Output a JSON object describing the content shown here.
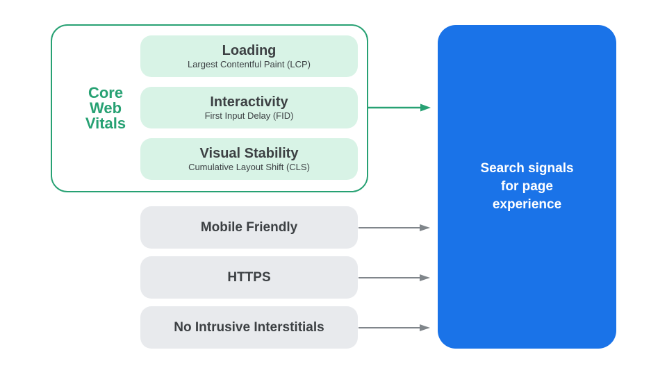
{
  "colors": {
    "green": "#27A173",
    "mint": "#D8F3E6",
    "blue": "#1A73E8",
    "gray-box": "#E8EAED",
    "dark-text": "#3C4043",
    "arrow-gray": "#80868B",
    "white-text": "#FFFFFF"
  },
  "core_web_vitals": {
    "label": "Core Web Vitals",
    "label_lines": [
      "Core",
      "Web",
      "Vitals"
    ],
    "items": [
      {
        "title": "Loading",
        "subtitle": "Largest Contentful Paint (LCP)"
      },
      {
        "title": "Interactivity",
        "subtitle": "First Input Delay (FID)"
      },
      {
        "title": "Visual Stability",
        "subtitle": "Cumulative Layout Shift (CLS)"
      }
    ]
  },
  "other_signals": [
    {
      "label": "Mobile Friendly"
    },
    {
      "label": "HTTPS"
    },
    {
      "label": "No Intrusive Interstitials"
    }
  ],
  "result_box": {
    "label": "Search signals for page experience",
    "lines": [
      "Search signals",
      "for page",
      "experience"
    ]
  }
}
